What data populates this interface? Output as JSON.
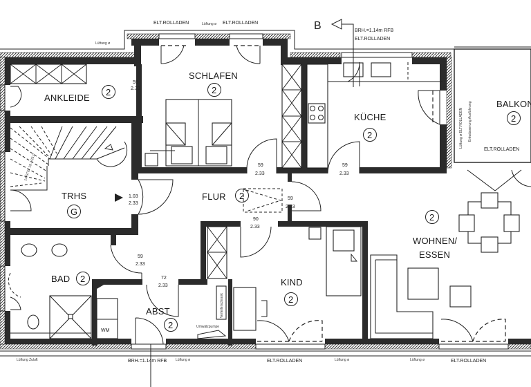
{
  "section_marker": {
    "letter": "B"
  },
  "annotations": {
    "top_rolladen_1": "ELT.ROLLADEN",
    "top_rolladen_2": "ELT.ROLLADEN",
    "top_lueftung_1": "Lüftung ø",
    "top_lueftung_2": "Lüftung ø",
    "kitchen_brh": "BRH.=1.14m RFB",
    "kitchen_rolladen": "ELT.ROLLADEN",
    "balkon_side_1": "Lüftung ø  ELT.ROLLADEN",
    "balkon_side_2": "Entwässerung Ausführung",
    "balkon_rolladen": "ELT.ROLLADEN",
    "bottom_lueftung_bad": "Lüftung Zuluft",
    "bottom_brh": "BRH.=1.14m RFB",
    "bottom_lueftung_2": "Lüftung ø",
    "bottom_rolladen_1": "ELT.ROLLADEN",
    "bottom_lueftung_3": "Lüftung ø",
    "bottom_lueftung_4": "Lüftung ø",
    "bottom_rolladen_2": "ELT.ROLLADEN",
    "stairs": "14 STG.\n19.7/25.0",
    "abst_cabinet": "Verteilerschrank",
    "abst_unit": "Umwälzpumpe",
    "wm": "WM"
  },
  "rooms": [
    {
      "id": "ankleide",
      "name": "ANKLEIDE",
      "floor_code": "2"
    },
    {
      "id": "schlafen",
      "name": "SCHLAFEN",
      "floor_code": "2"
    },
    {
      "id": "kueche",
      "name": "KÜCHE",
      "floor_code": "2"
    },
    {
      "id": "balkon",
      "name": "BALKON",
      "floor_code": "2"
    },
    {
      "id": "trhs",
      "name": "TRHS",
      "floor_code": "G"
    },
    {
      "id": "flur",
      "name": "FLUR",
      "floor_code": "2"
    },
    {
      "id": "wohnen",
      "name": "WOHNEN/",
      "name2": "ESSEN",
      "floor_code": "2"
    },
    {
      "id": "bad",
      "name": "BAD",
      "floor_code": "2"
    },
    {
      "id": "kind",
      "name": "KIND",
      "floor_code": "2"
    },
    {
      "id": "abst",
      "name": "ABST",
      "floor_code": "2"
    }
  ],
  "door_dimensions": [
    {
      "id": "ankleide",
      "width": "59",
      "height": "2.33"
    },
    {
      "id": "trhs",
      "width": "1.03",
      "height": "2.33"
    },
    {
      "id": "schlafen",
      "width": "59",
      "height": "2.33"
    },
    {
      "id": "kueche",
      "width": "59",
      "height": "2.33"
    },
    {
      "id": "flur_right",
      "width": "59",
      "height": "2.33"
    },
    {
      "id": "kind",
      "width": "90",
      "height": "2.33"
    },
    {
      "id": "bad",
      "width": "59",
      "height": "2.33"
    },
    {
      "id": "abst",
      "width": "72",
      "height": "2.33"
    }
  ]
}
